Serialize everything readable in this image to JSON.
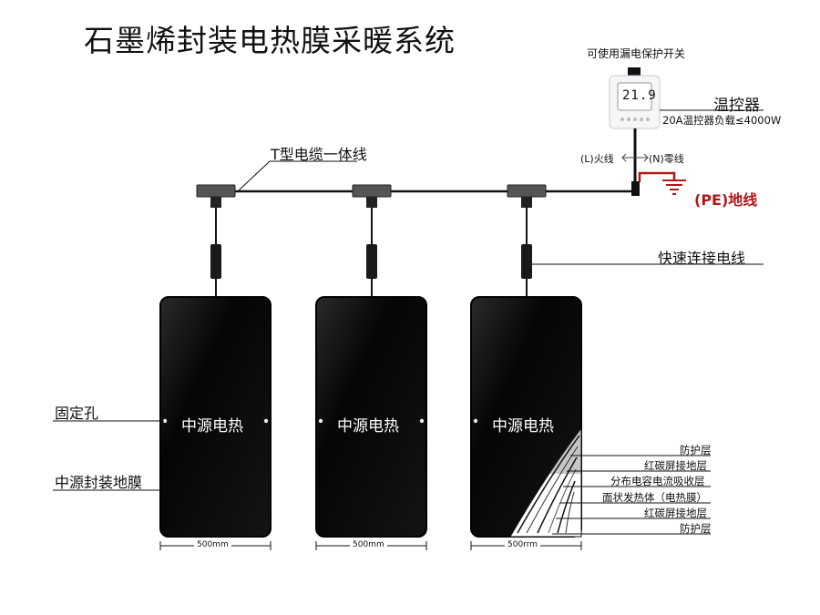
{
  "title": "石墨烯封装电热膜采暖系统",
  "thermostat": {
    "note": "可使用漏电保护开关",
    "label": "温控器",
    "spec": "20A温控器负载≤4000W",
    "display": "21.9"
  },
  "wiring": {
    "t_cable": "T型电缆一体线",
    "live": "(L)火线",
    "neutral": "(N)零线",
    "ground": "(PE)地线",
    "quick_connect": "快速连接电线"
  },
  "labels": {
    "fixing_hole": "固定孔",
    "film": "中源封装地膜"
  },
  "panels": [
    {
      "text": "中源电热",
      "width": "500mm"
    },
    {
      "text": "中源电热",
      "width": "500mm"
    },
    {
      "text": "中源电热",
      "width": "500rrm"
    }
  ],
  "layers": [
    "防护层",
    "红碳屏接地层",
    "分布电容电流吸收层",
    "面状发热体（电热膜）",
    "红碳屏接地层",
    "防护层"
  ],
  "colors": {
    "panel": "#0a0a0a",
    "ground": "#b01818",
    "line": "#111111"
  }
}
